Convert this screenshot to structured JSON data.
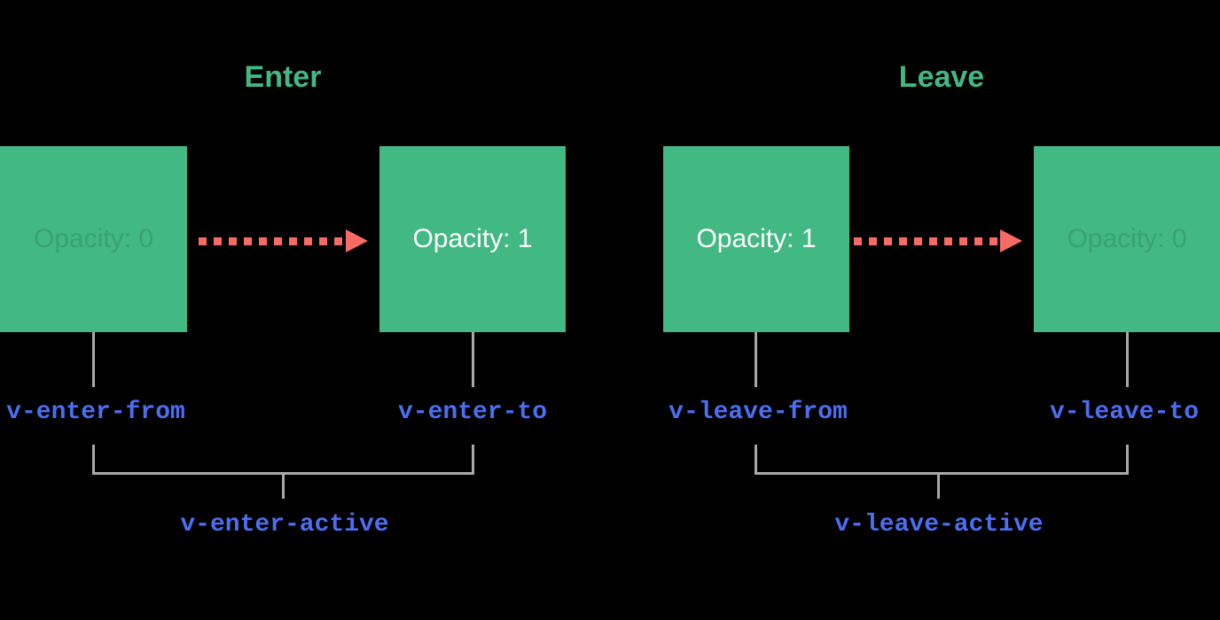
{
  "diagram": "vue-transition-classes",
  "colors": {
    "background": "#000000",
    "brand_green": "#42b883",
    "box_text_white": "#ffffff",
    "box_text_faded": "rgba(0,0,0,0.12)",
    "arrow_salmon": "#f76b64",
    "connector_gray": "#a9a9a9",
    "class_label_blue": "#4b6ef2"
  },
  "groups": [
    {
      "id": "enter",
      "title": "Enter",
      "boxes": [
        {
          "label": "Opacity: 0",
          "opacity": "faded"
        },
        {
          "label": "Opacity: 1",
          "opacity": "full"
        }
      ],
      "class_labels": {
        "from": "v-enter-from",
        "to": "v-enter-to",
        "active": "v-enter-active"
      }
    },
    {
      "id": "leave",
      "title": "Leave",
      "boxes": [
        {
          "label": "Opacity: 1",
          "opacity": "full"
        },
        {
          "label": "Opacity: 0",
          "opacity": "faded"
        }
      ],
      "class_labels": {
        "from": "v-leave-from",
        "to": "v-leave-to",
        "active": "v-leave-active"
      }
    }
  ]
}
